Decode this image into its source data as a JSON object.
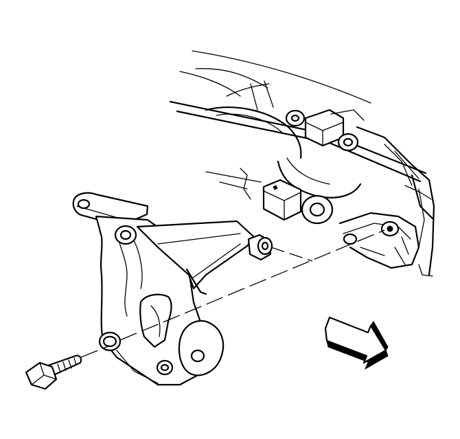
{
  "diagram": {
    "style": "line-art",
    "parts": [
      {
        "name": "engine-block"
      },
      {
        "name": "mounting-bracket"
      },
      {
        "name": "bolt"
      },
      {
        "name": "front-direction-arrow"
      }
    ],
    "colors": {
      "line": "#000000",
      "background": "#ffffff"
    }
  }
}
